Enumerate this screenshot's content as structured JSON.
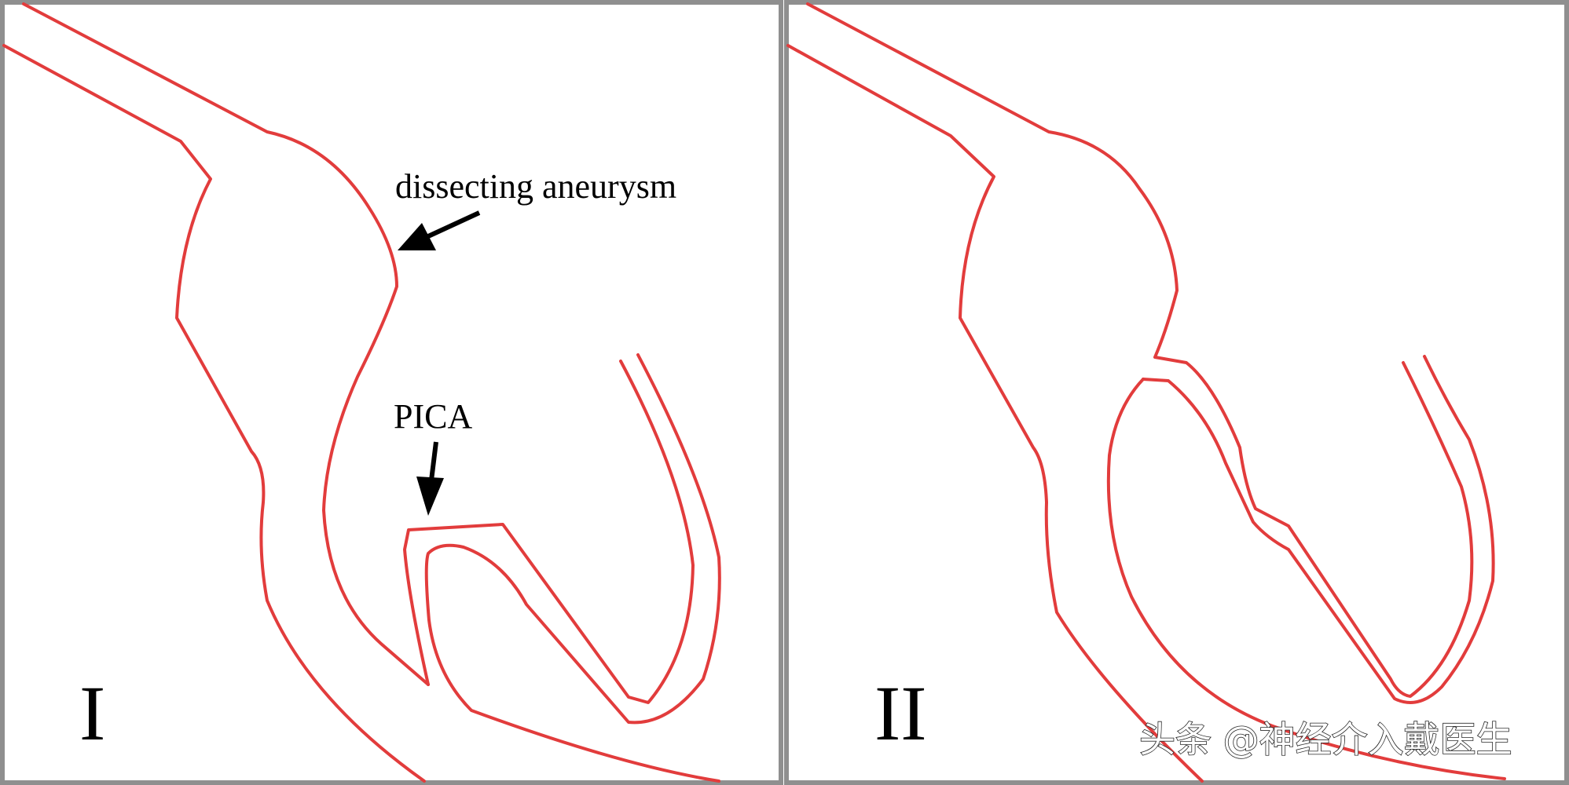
{
  "panels": [
    {
      "id": "I",
      "numeral": "I",
      "annotations": [
        {
          "key": "aneurysm",
          "text": "dissecting aneurysm"
        },
        {
          "key": "pica",
          "text": "PICA"
        }
      ]
    },
    {
      "id": "II",
      "numeral": "II",
      "annotations": []
    }
  ],
  "watermark": "头条 @神经介入戴医生",
  "colors": {
    "vessel": "#e23c3c",
    "frame": "#8f8f8f",
    "text": "#000000",
    "background": "#ffffff"
  }
}
